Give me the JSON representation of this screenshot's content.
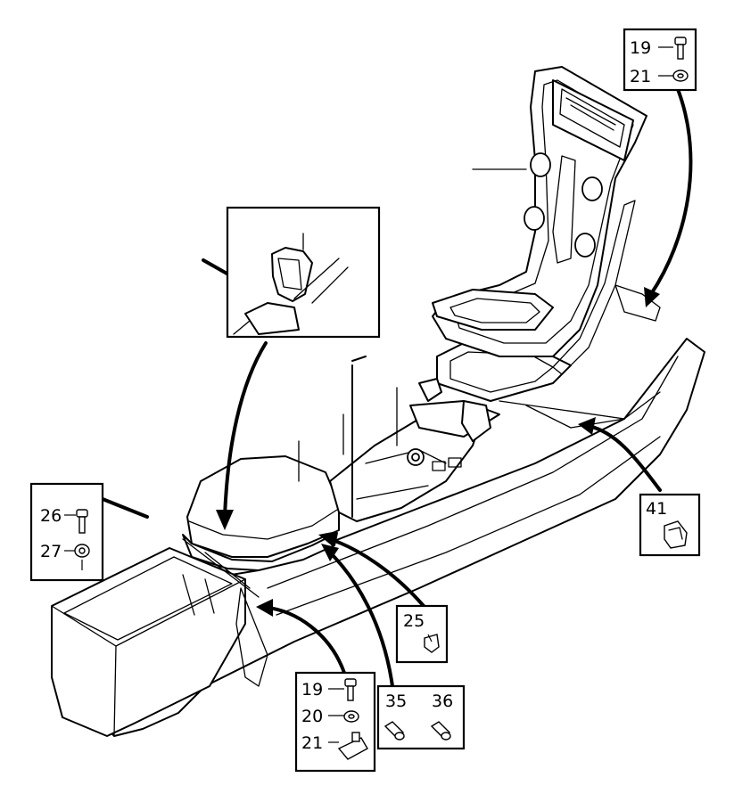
{
  "callouts": {
    "c19_top": "19",
    "c21_top": "21",
    "c26": "26",
    "c27": "27",
    "c41": "41",
    "c25": "25",
    "c19_bottom": "19",
    "c20": "20",
    "c21_bottom": "21",
    "c35": "35",
    "c36": "36"
  }
}
